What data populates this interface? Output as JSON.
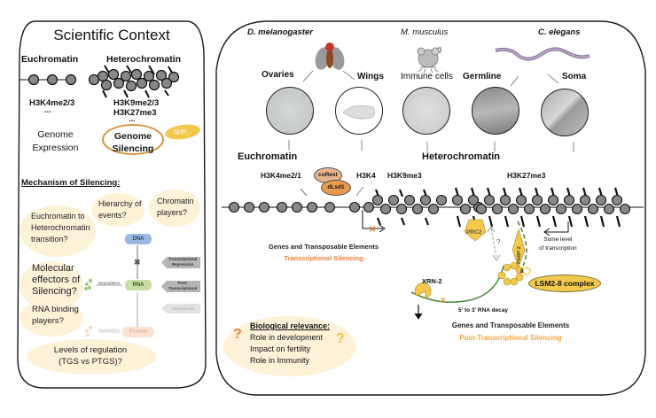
{
  "left": {
    "title": "Scientific Context",
    "euchromatin": {
      "label": "Euchromatin",
      "mark": "H3K4me2/3",
      "ellipsis": "...",
      "function_line1": "Genome",
      "function_line2": "Expression"
    },
    "heterochromatin": {
      "label": "Heterochromatin",
      "mark1": "H3K9me2/3",
      "mark2": "H3K27me3",
      "ellipsis": "...",
      "function_line1": "Genome",
      "function_line2": "Silencing",
      "speech_bubble": "Shh..."
    },
    "mechanism": {
      "heading": "Mechanism of Silencing:",
      "questions": [
        {
          "id": "transition",
          "lines": [
            "Euchromatin to",
            "Heterochromatin",
            "transition?"
          ]
        },
        {
          "id": "hierarchy",
          "lines": [
            "Hierarchy of",
            "events?"
          ]
        },
        {
          "id": "chromatin-players",
          "lines": [
            "Chromatin",
            "players?"
          ]
        },
        {
          "id": "molecular-effectors",
          "lines": [
            "Molecular",
            "effectors of",
            "Silencing?"
          ]
        },
        {
          "id": "rna-binding",
          "lines": [
            "RNA binding",
            "players?"
          ]
        },
        {
          "id": "levels",
          "lines": [
            "Levels of regulation",
            "(TGS vs PTGS)?"
          ]
        }
      ],
      "flow": {
        "dna": "DNA",
        "rna": "RNA",
        "protein": "Protein",
        "degradation_rna": "Degradation",
        "degradation_protein": "Degradation",
        "tags": [
          {
            "line1": "Transcriptional",
            "line2": "Repression"
          },
          {
            "line1": "Post-",
            "line2": "Transcriptional"
          },
          {
            "line1": "Translational",
            "line2": ""
          }
        ]
      }
    }
  },
  "right": {
    "organisms": [
      {
        "name": "D. melanogaster",
        "icon": "fly-icon",
        "tissues": [
          "Ovaries",
          "Wings"
        ]
      },
      {
        "name": "M. musculus",
        "icon": "mouse-icon",
        "tissues": [
          "Immune cells"
        ]
      },
      {
        "name": "C. elegans",
        "icon": "worm-icon",
        "tissues": [
          "Germline",
          "Soma"
        ]
      }
    ],
    "euchromatin_label": "Euchromatin",
    "heterochromatin_label": "Heterochromatin",
    "marks": {
      "h3k4me21": "H3K4me2/1",
      "h3k4": "H3K4",
      "h3k9me3": "H3K9me3",
      "h3k27me3": "H3K27me3"
    },
    "proteins": {
      "corest": "coRest",
      "dlsd1": "dLsd1",
      "prc2": "PRC2",
      "pabp2": "PABP-2",
      "lsm_number": "8",
      "lsm_complex": "LSM2-8 complex",
      "xrn2": "XRN-2"
    },
    "question_mark": "?",
    "some_level_line1": "Some  level",
    "some_level_line2": "of transcription",
    "rna_decay": "5' to 3'  RNA decay",
    "tgs": {
      "line1": "Genes and Transposable Elements",
      "line2": "Transcriptional Silencing"
    },
    "ptgs": {
      "line1": "Genes and Transposable Elements",
      "line2": "Post-Transcriptional Silencing"
    },
    "biological_relevance": {
      "heading": "Biological relevance:",
      "items": [
        "Role in development",
        "Impact on fertility",
        "Role in Immunity"
      ],
      "question_mark": "?"
    }
  },
  "colors": {
    "orange_text": "#e8803a",
    "gold_text": "#f0a540",
    "bubble_fill": "#fdf1d8",
    "protein_orange": "#e89a4a",
    "protein_gold": "#f2c94c",
    "rna_green": "#4f8a3c",
    "dna_blue": "#9db8e0",
    "rna_box_green": "#c7dda4",
    "protein_box": "#fbe3d3"
  }
}
